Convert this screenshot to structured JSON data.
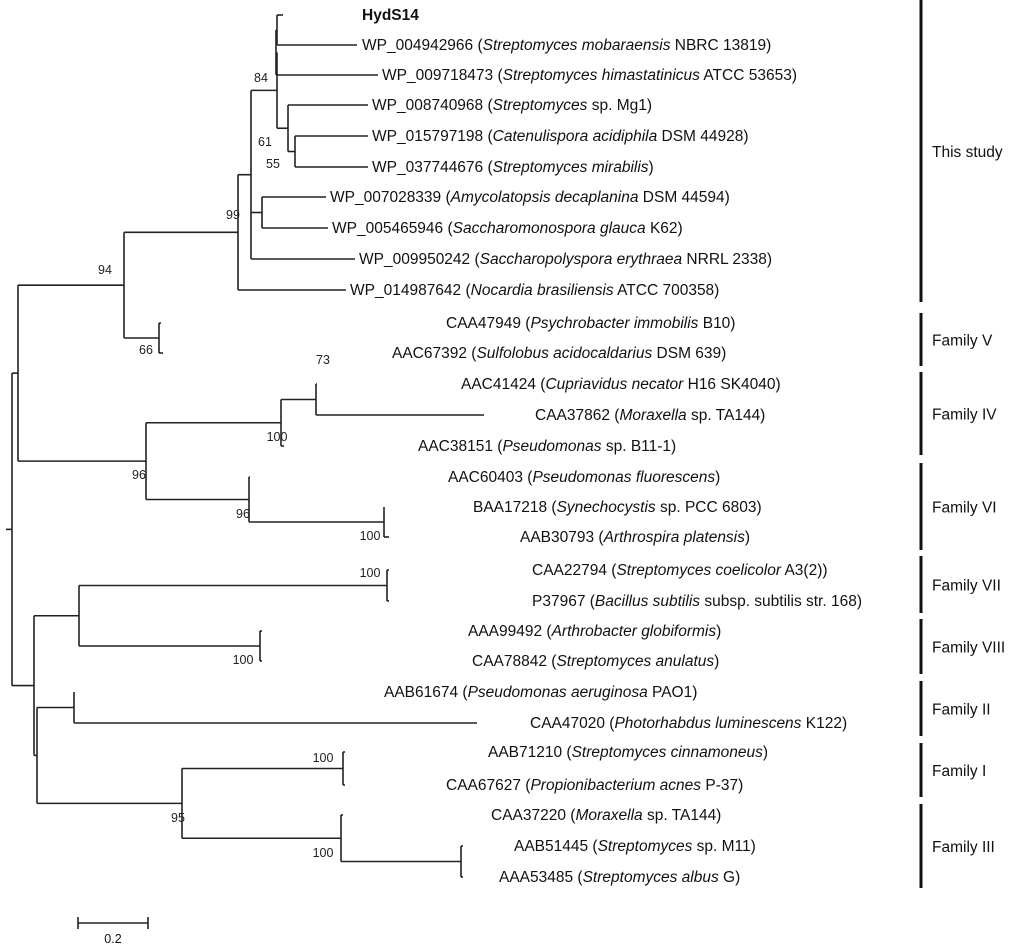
{
  "leaves": [
    {
      "accession": "HydS14",
      "species": "",
      "strain": "",
      "bold": true
    },
    {
      "accession": "WP_004942966",
      "species": "Streptomyces mobaraensis",
      "strain": "NBRC 13819"
    },
    {
      "accession": "WP_009718473",
      "species": "Streptomyces himastatinicus",
      "strain": "ATCC 53653"
    },
    {
      "accession": "WP_008740968",
      "species": "Streptomyces",
      "strain": "sp. Mg1"
    },
    {
      "accession": "WP_015797198",
      "species": "Catenulispora acidiphila",
      "strain": "DSM 44928"
    },
    {
      "accession": "WP_037744676",
      "species": "Streptomyces mirabilis",
      "strain": ""
    },
    {
      "accession": "WP_007028339",
      "species": "Amycolatopsis decaplanina",
      "strain": "DSM 44594"
    },
    {
      "accession": "WP_005465946",
      "species": "Saccharomonospora glauca",
      "strain": "K62"
    },
    {
      "accession": "WP_009950242",
      "species": "Saccharopolyspora erythraea",
      "strain": "NRRL 2338"
    },
    {
      "accession": "WP_014987642",
      "species": "Nocardia brasiliensis",
      "strain": "ATCC 700358"
    },
    {
      "accession": "CAA47949",
      "species": "Psychrobacter immobilis",
      "strain": "B10"
    },
    {
      "accession": "AAC67392",
      "species": "Sulfolobus acidocaldarius",
      "strain": "DSM 639"
    },
    {
      "accession": "AAC41424",
      "species": "Cupriavidus necator",
      "strain": "H16 SK4040"
    },
    {
      "accession": "CAA37862",
      "species": "Moraxella",
      "strain": "sp. TA144"
    },
    {
      "accession": "AAC38151",
      "species": "Pseudomonas",
      "strain": "sp. B11-1"
    },
    {
      "accession": "AAC60403",
      "species": "Pseudomonas fluorescens",
      "strain": ""
    },
    {
      "accession": "BAA17218",
      "species": "Synechocystis",
      "strain": "sp. PCC 6803"
    },
    {
      "accession": "AAB30793",
      "species": "Arthrospira platensis",
      "strain": ""
    },
    {
      "accession": "CAA22794",
      "species": "Streptomyces coelicolor",
      "strain": "A3(2)"
    },
    {
      "accession": "P37967",
      "species": "Bacillus subtilis",
      "strain": "subsp. subtilis str. 168"
    },
    {
      "accession": "AAA99492",
      "species": "Arthrobacter globiformis",
      "strain": ""
    },
    {
      "accession": "CAA78842",
      "species": "Streptomyces anulatus",
      "strain": ""
    },
    {
      "accession": "AAB61674",
      "species": "Pseudomonas aeruginosa",
      "strain": "PAO1"
    },
    {
      "accession": "CAA47020",
      "species": "Photorhabdus luminescens",
      "strain": "K122"
    },
    {
      "accession": "AAB71210",
      "species": "Streptomyces cinnamoneus",
      "strain": ""
    },
    {
      "accession": "CAA67627",
      "species": "Propionibacterium acnes",
      "strain": "P-37"
    },
    {
      "accession": "CAA37220",
      "species": "Moraxella",
      "strain": "sp. TA144"
    },
    {
      "accession": "AAB51445",
      "species": "Streptomyces",
      "strain": "sp. M11"
    },
    {
      "accession": "AAA53485",
      "species": "Streptomyces albus",
      "strain": "G"
    }
  ],
  "bootstrap": [
    "84",
    "61",
    "55",
    "99",
    "94",
    "66",
    "73",
    "100",
    "96",
    "96",
    "100",
    "100",
    "100",
    "100",
    "95",
    "100"
  ],
  "groups": [
    "This study",
    "Family V",
    "Family IV",
    "Family VI",
    "Family VII",
    "Family VIII",
    "Family II",
    "Family I",
    "Family III"
  ],
  "scale": {
    "label": "0.2"
  }
}
